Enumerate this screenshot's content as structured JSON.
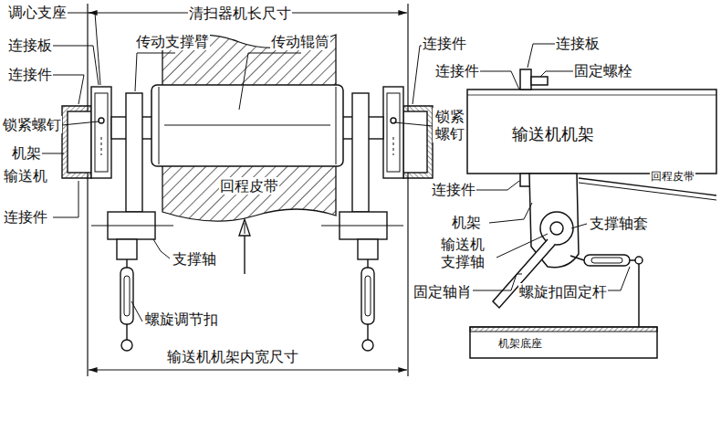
{
  "diagram": {
    "labels": [
      "调心支座",
      "清扫器机长尺寸",
      "连接板",
      "传动支撑臂",
      "传动辊筒",
      "连接件",
      "锁紧螺钉",
      "机架",
      "输送机",
      "连接件",
      "回程皮带",
      "支撑轴",
      "螺旋调节扣",
      "输送机机架内宽尺寸",
      "锁紧 螺钉",
      "连接件",
      "连接板",
      "连接件",
      "固定螺栓",
      "输送机机架",
      "回程皮带",
      "连接件",
      "机架",
      "输送机 支撑轴",
      "支撑轴套",
      "固定轴肖",
      "螺旋扣固定杆",
      "机架底座"
    ]
  }
}
